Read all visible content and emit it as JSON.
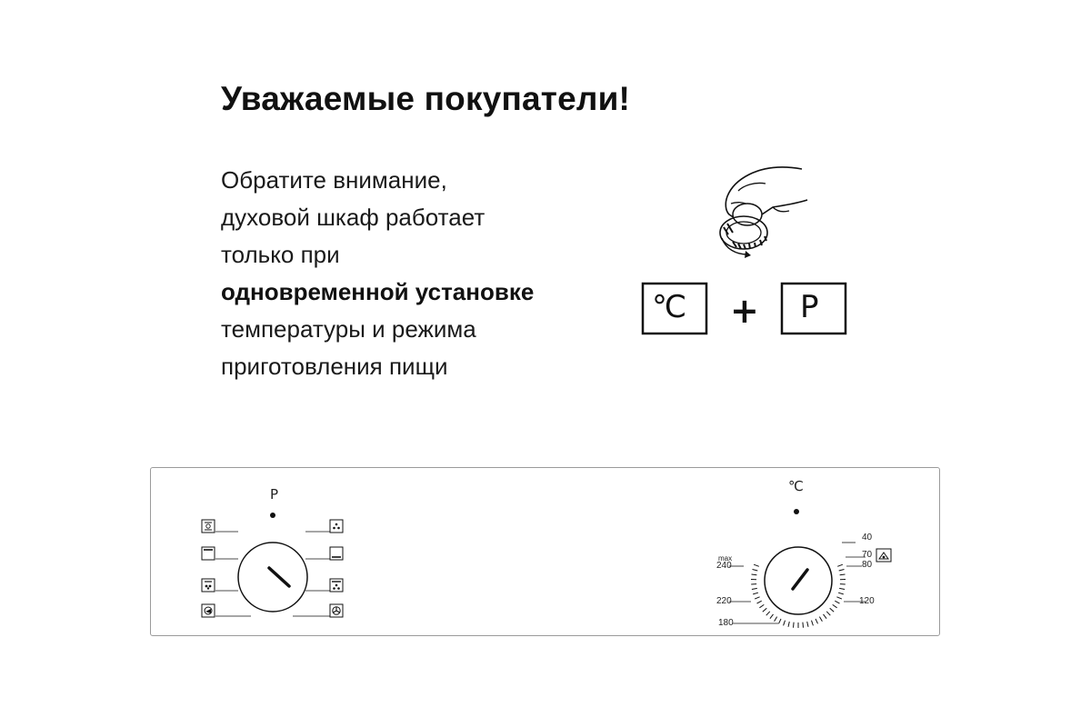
{
  "title": "Уважаемые покупатели!",
  "notice": {
    "line1": "Обратите внимание,",
    "line2": "духовой шкаф работает",
    "line3": "только при",
    "line4_bold": "одновременной установке",
    "line5": "температуры и режима",
    "line6": "приготовления пищи"
  },
  "hint": {
    "temp_label": "℃",
    "plus": "+",
    "mode_label": "P"
  },
  "panel": {
    "mode_knob_label": "P",
    "temp_knob_label": "℃",
    "temp_scale": {
      "max_label": "max",
      "values": [
        "240",
        "220",
        "180",
        "120",
        "80",
        "70",
        "40"
      ]
    },
    "mode_icons_left": [
      "top-bottom-fan-icon",
      "top-heat-icon",
      "bottom-fan-icon",
      "grill-fan-icon"
    ],
    "mode_icons_right": [
      "fan-icon",
      "bottom-heat-icon",
      "top-fan-icon",
      "convection-icon"
    ]
  }
}
